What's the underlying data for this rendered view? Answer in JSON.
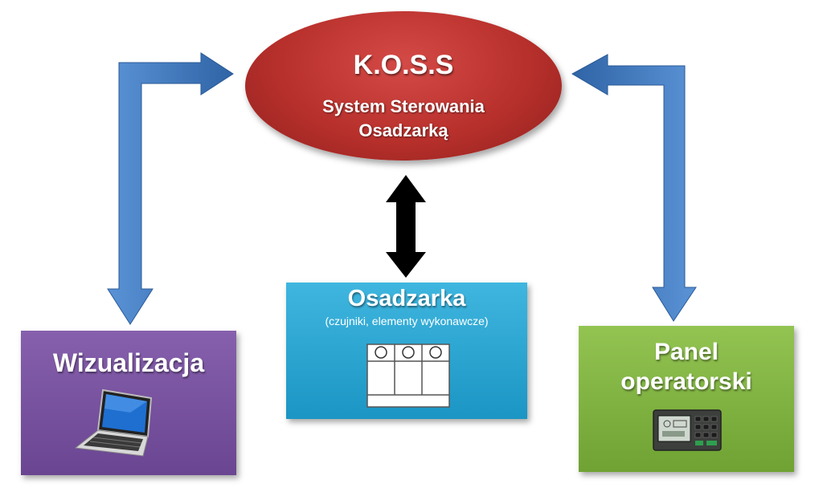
{
  "center": {
    "title": "K.O.S.S",
    "subtitle_line1": "System Sterowania",
    "subtitle_line2": "Osadzarką"
  },
  "boxes": {
    "wizualizacja": {
      "title": "Wizualizacja",
      "icon": "laptop-icon",
      "color": "#7b52a3"
    },
    "osadzarka": {
      "title": "Osadzarka",
      "subtitle": "(czujniki, elementy wykonawcze)",
      "icon": "machine-icon",
      "color": "#2aa7d6"
    },
    "panel": {
      "title_line1": "Panel",
      "title_line2": "operatorski",
      "icon": "operator-panel-icon",
      "color": "#82b63f"
    }
  },
  "colors": {
    "center": "#c23a36",
    "arrow_blue": "#3a74b8",
    "arrow_black": "#000000"
  }
}
